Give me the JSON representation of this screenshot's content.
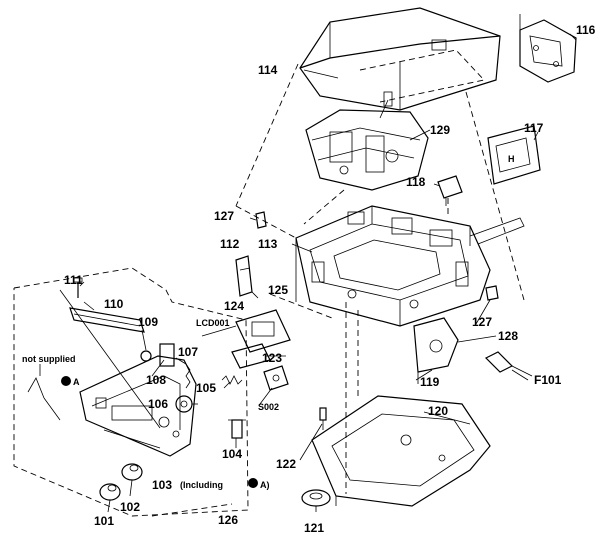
{
  "labels": {
    "p101": "101",
    "p102": "102",
    "p103": "103",
    "p103_note": "(Including",
    "p103_note_end": "A)",
    "p104": "104",
    "p105": "105",
    "p106": "106",
    "p107": "107",
    "p108": "108",
    "p109": "109",
    "p110": "110",
    "p111": "111",
    "p112": "112",
    "p113": "113",
    "p114": "114",
    "p116": "116",
    "p117": "117",
    "p118": "118",
    "p119": "119",
    "p120": "120",
    "p121": "121",
    "p122": "122",
    "p123": "123",
    "p124": "124",
    "p125": "125",
    "p126": "126",
    "p127a": "127",
    "p127b": "127",
    "p128": "128",
    "p129": "129",
    "f101": "F101",
    "lcd001": "LCD001",
    "s002": "S002",
    "not_supplied": "not supplied",
    "marker_a": "A"
  }
}
